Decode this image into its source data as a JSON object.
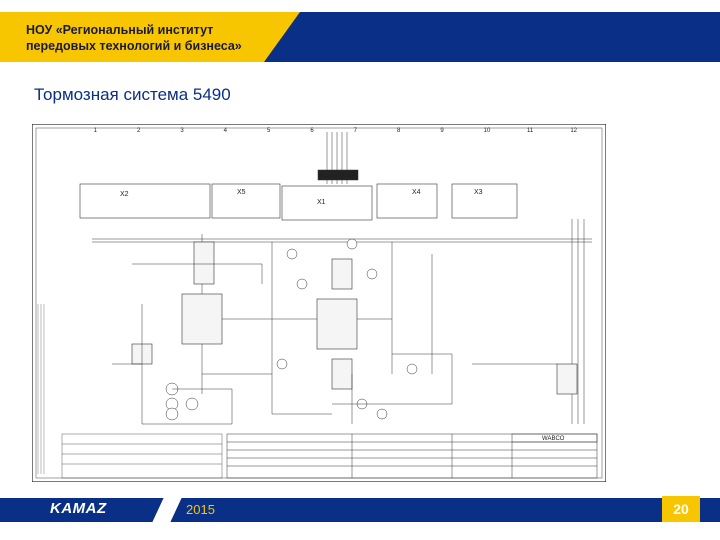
{
  "header": {
    "org_name": "НОУ «Региональный институт передовых технологий и бизнеса»"
  },
  "slide": {
    "title": "Тормозная система 5490",
    "year": "2015",
    "page_number": "20"
  },
  "logo": {
    "text": "KAMAZ"
  },
  "diagram": {
    "column_numbers": [
      "1",
      "2",
      "3",
      "4",
      "5",
      "6",
      "7",
      "8",
      "9",
      "10",
      "11",
      "12"
    ],
    "modules": [
      "X2",
      "X5",
      "X1",
      "X4",
      "X3"
    ],
    "panel_caption": "WABCO",
    "colors": {
      "accent_blue": "#0a2f86",
      "accent_yellow": "#f7c600"
    }
  }
}
